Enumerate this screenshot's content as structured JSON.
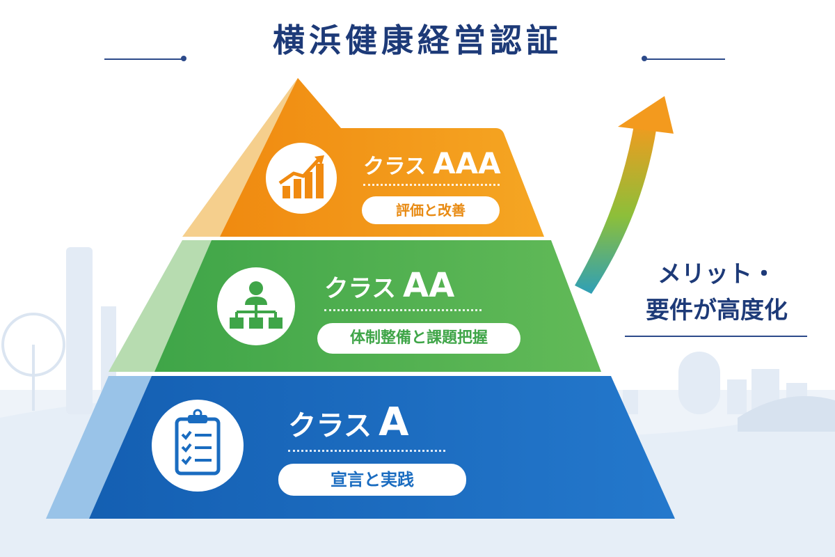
{
  "title": "横浜健康経営認証",
  "side_note": {
    "line1": "メリット・",
    "line2": "要件が高度化"
  },
  "tiers": [
    {
      "class_prefix": "クラス",
      "class_grade": "AAA",
      "label": "評価と改善",
      "color": "#f39a1e",
      "icon": "bar-chart-growth-icon"
    },
    {
      "class_prefix": "クラス",
      "class_grade": "AA",
      "label": "体制整備と課題把握",
      "color": "#4cae4f",
      "icon": "org-chart-icon"
    },
    {
      "class_prefix": "クラス",
      "class_grade": "A",
      "label": "宣言と実践",
      "color": "#1a6cc0",
      "icon": "clipboard-checklist-icon"
    }
  ],
  "colors": {
    "title": "#1d3a78",
    "aaa": "#f39a1e",
    "aa": "#4cae4f",
    "a": "#1a6cc0",
    "skyline": "#dfe8f3"
  }
}
